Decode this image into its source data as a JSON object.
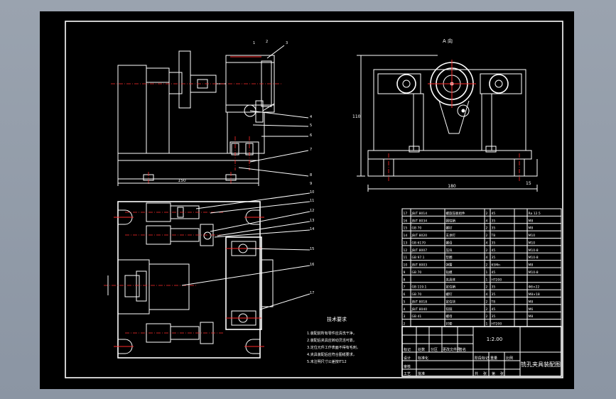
{
  "drawing": {
    "title_block": {
      "scale_label": "1:2.00",
      "drawing_name": "铣孔夹具装配图"
    },
    "section_label": "A 向",
    "tech_requirements_title": "技术要求",
    "tech_requirements_lines": [
      "1.装配前所有零件应清洗干净，",
      "2.装配后夹具应转动灵活可靠，",
      "3.定位元件工作表面不得有毛刺，",
      "4.夹具装配后应符合图纸要求，",
      "5.未注明尺寸公差按IT12"
    ],
    "dimension_labels": {
      "left_view_width": "150",
      "right_view_width": "180",
      "right_view_height": "110",
      "right_view_foot": "15"
    },
    "balloons": [
      "1",
      "2",
      "3",
      "4",
      "5",
      "6",
      "7",
      "8",
      "9",
      "10",
      "11",
      "12",
      "13",
      "14",
      "15",
      "16",
      "17"
    ],
    "parts_table": {
      "rows": [
        [
          "17",
          "JB/T 8014",
          "螺旋压板组件",
          "2",
          "45",
          "",
          "Ra 12.5"
        ],
        [
          "16",
          "JB/T 8034",
          "圆柱销",
          "4",
          "35",
          "",
          "M8"
        ],
        [
          "15",
          "GB 70",
          "螺钉",
          "2",
          "35",
          "",
          "M8"
        ],
        [
          "14",
          "JB/T 8020",
          "支承钉",
          "2",
          "T8",
          "",
          "M10"
        ],
        [
          "13",
          "GB 6170",
          "螺母",
          "4",
          "35",
          "",
          "M10"
        ],
        [
          "12",
          "JB/T 8007",
          "压块",
          "2",
          "45",
          "",
          "M10-8"
        ],
        [
          "11",
          "GB 97.1",
          "垫圈",
          "4",
          "35",
          "",
          "M10-8"
        ],
        [
          "10",
          "JB/T 8003",
          "弹簧",
          "2",
          "65Mn",
          "",
          "M8"
        ],
        [
          "9",
          "GB 70",
          "钻模",
          "1",
          "45",
          "",
          "M10-8"
        ],
        [
          "8",
          "",
          "夹具体",
          "1",
          "HT200",
          "",
          ""
        ],
        [
          "7",
          "GB 119.1",
          "定位销",
          "2",
          "35",
          "",
          "Φ8×22"
        ],
        [
          "6",
          "GB 70",
          "螺钉",
          "4",
          "35",
          "",
          "M8×18"
        ],
        [
          "5",
          "JB/T 8018",
          "定位块",
          "2",
          "T8",
          "",
          "M8"
        ],
        [
          "4",
          "JB/T 8040",
          "铰链",
          "2",
          "45",
          "",
          "M6"
        ],
        [
          "3",
          "GB 41",
          "螺母",
          "2",
          "35",
          "",
          "M8"
        ],
        [
          "2",
          "",
          "衬套",
          "1",
          "HT200",
          "",
          ""
        ]
      ]
    },
    "title_block_cells": [
      "标记",
      "处数",
      "分区",
      "更改文件号",
      "签名",
      "年、月、日",
      "设计",
      "标准化",
      "阶段标记",
      "重量",
      "比例",
      "审核",
      "工艺",
      "批准",
      "共",
      "张",
      "第",
      "张"
    ]
  }
}
